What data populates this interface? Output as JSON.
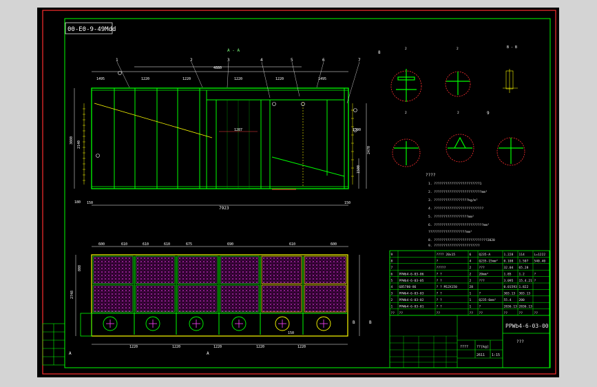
{
  "drawing": {
    "stamp": "00-E0-9-49Mdd",
    "section_label": "A - A",
    "dims_top": [
      "1495",
      "1220",
      "1220",
      "4880",
      "1220",
      "1220",
      "1495"
    ],
    "dim_total": "7923",
    "dim_left_height": "3080",
    "dim_left_inner": "2140",
    "dim_right_a": "2470",
    "dim_right_b": "1500",
    "dim_right_c": "1200",
    "dim_center": "1287",
    "dim_bottom_left": "150",
    "dim_bottom_right": "150",
    "dim_left_low": "180",
    "callouts": [
      "1",
      "2",
      "3",
      "4",
      "5",
      "6",
      "7",
      "8"
    ],
    "detail_labels": [
      "8",
      "9",
      "B - B"
    ],
    "notes_title": "????",
    "notes": [
      "1. ????????????????????????1",
      "2. ?????????????????????????mm²",
      "3. ??????????????????kg/m²",
      "4. ??????????????????????????",
      "5. ??????????????????mm²",
      "6. ??????????????????????????mm²",
      "   ????????????????????mm²",
      "8. ????????????????????????????2020",
      "9. ????????????????????????"
    ],
    "plan_dims_top": [
      "600",
      "610",
      "610",
      "610",
      "675",
      "690",
      "610",
      "600"
    ],
    "plan_dims_bottom": [
      "1220",
      "1220",
      "1220",
      "1220",
      "1220"
    ],
    "plan_dim_left": "2748",
    "plan_dim_left2": "808",
    "plan_dim_mid": "150",
    "plan_markers": [
      "A",
      "A",
      "B",
      "B"
    ]
  },
  "title_block": {
    "drawing_no": "PPWb4-6-03-00",
    "name": "???",
    "scale": "1:15",
    "weight_label": "??(kg)",
    "sheet_label": "????",
    "total_weight": "2611",
    "bom_rows": [
      [
        "9",
        "",
        "???? 20x15",
        "6",
        "Q235-A",
        "1.228",
        "114",
        "L=1222"
      ],
      [
        "8",
        "",
        "?",
        "4",
        "Q235-15mm²",
        "0.108",
        "1.507",
        "540.40"
      ],
      [
        "7",
        "",
        "?????",
        "2",
        "???",
        "32.04",
        "65.28",
        ""
      ],
      [
        "6",
        "PPWb4-6-03-06",
        "?   ?",
        "2",
        "20mm²",
        "1.85",
        "1.2",
        "?"
      ],
      [
        "5",
        "PPWb4-6-03-05",
        "?   ?",
        "2",
        "???",
        "3.095",
        "15.4.21",
        "?"
      ],
      [
        "4",
        "GB5780-86",
        "?  ? M12X150",
        "28",
        "",
        "0.01593",
        "1.822",
        ""
      ],
      [
        "3",
        "PPWb4-6-03-03",
        "?   ?",
        "1",
        "?",
        "303.13",
        "303.13",
        ""
      ],
      [
        "2",
        "PPWb4-6-03-02",
        "?   ?",
        "1",
        "Q235-6mm²",
        "55.4",
        "200",
        ""
      ],
      [
        "1",
        "PPWb4-6-03-01",
        "?   ?",
        "1",
        "?",
        "2836.13",
        "2836.13",
        ""
      ],
      [
        "??",
        "??",
        "??",
        "??",
        "??",
        "??",
        "??",
        "??"
      ]
    ]
  },
  "colors": {
    "frame_bg": "#000000",
    "border": "#ff3030",
    "green": "#00ff00",
    "yellow": "#ffff00",
    "magenta": "#ff44ff",
    "white": "#ffffff"
  }
}
